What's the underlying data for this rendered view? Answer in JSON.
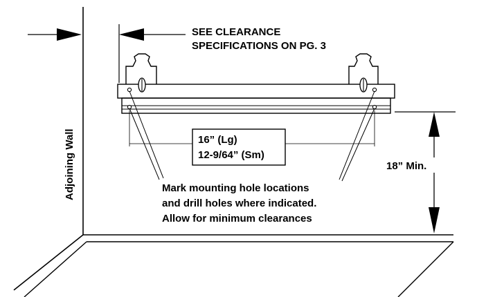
{
  "labels": {
    "clearance_line1": "SEE CLEARANCE",
    "clearance_line2": "SPECIFICATIONS ON PG. 3",
    "spacing_large": "16” (Lg)",
    "spacing_small": "12-9/64” (Sm)",
    "min_height": "18” Min.",
    "instruction_line1": "Mark mounting hole locations",
    "instruction_line2": "and drill holes where indicated.",
    "instruction_line3": "Allow for minimum clearances",
    "adjoining_wall": "Adjoining Wall"
  },
  "colors": {
    "line": "#000000",
    "fill": "#ffffff"
  }
}
